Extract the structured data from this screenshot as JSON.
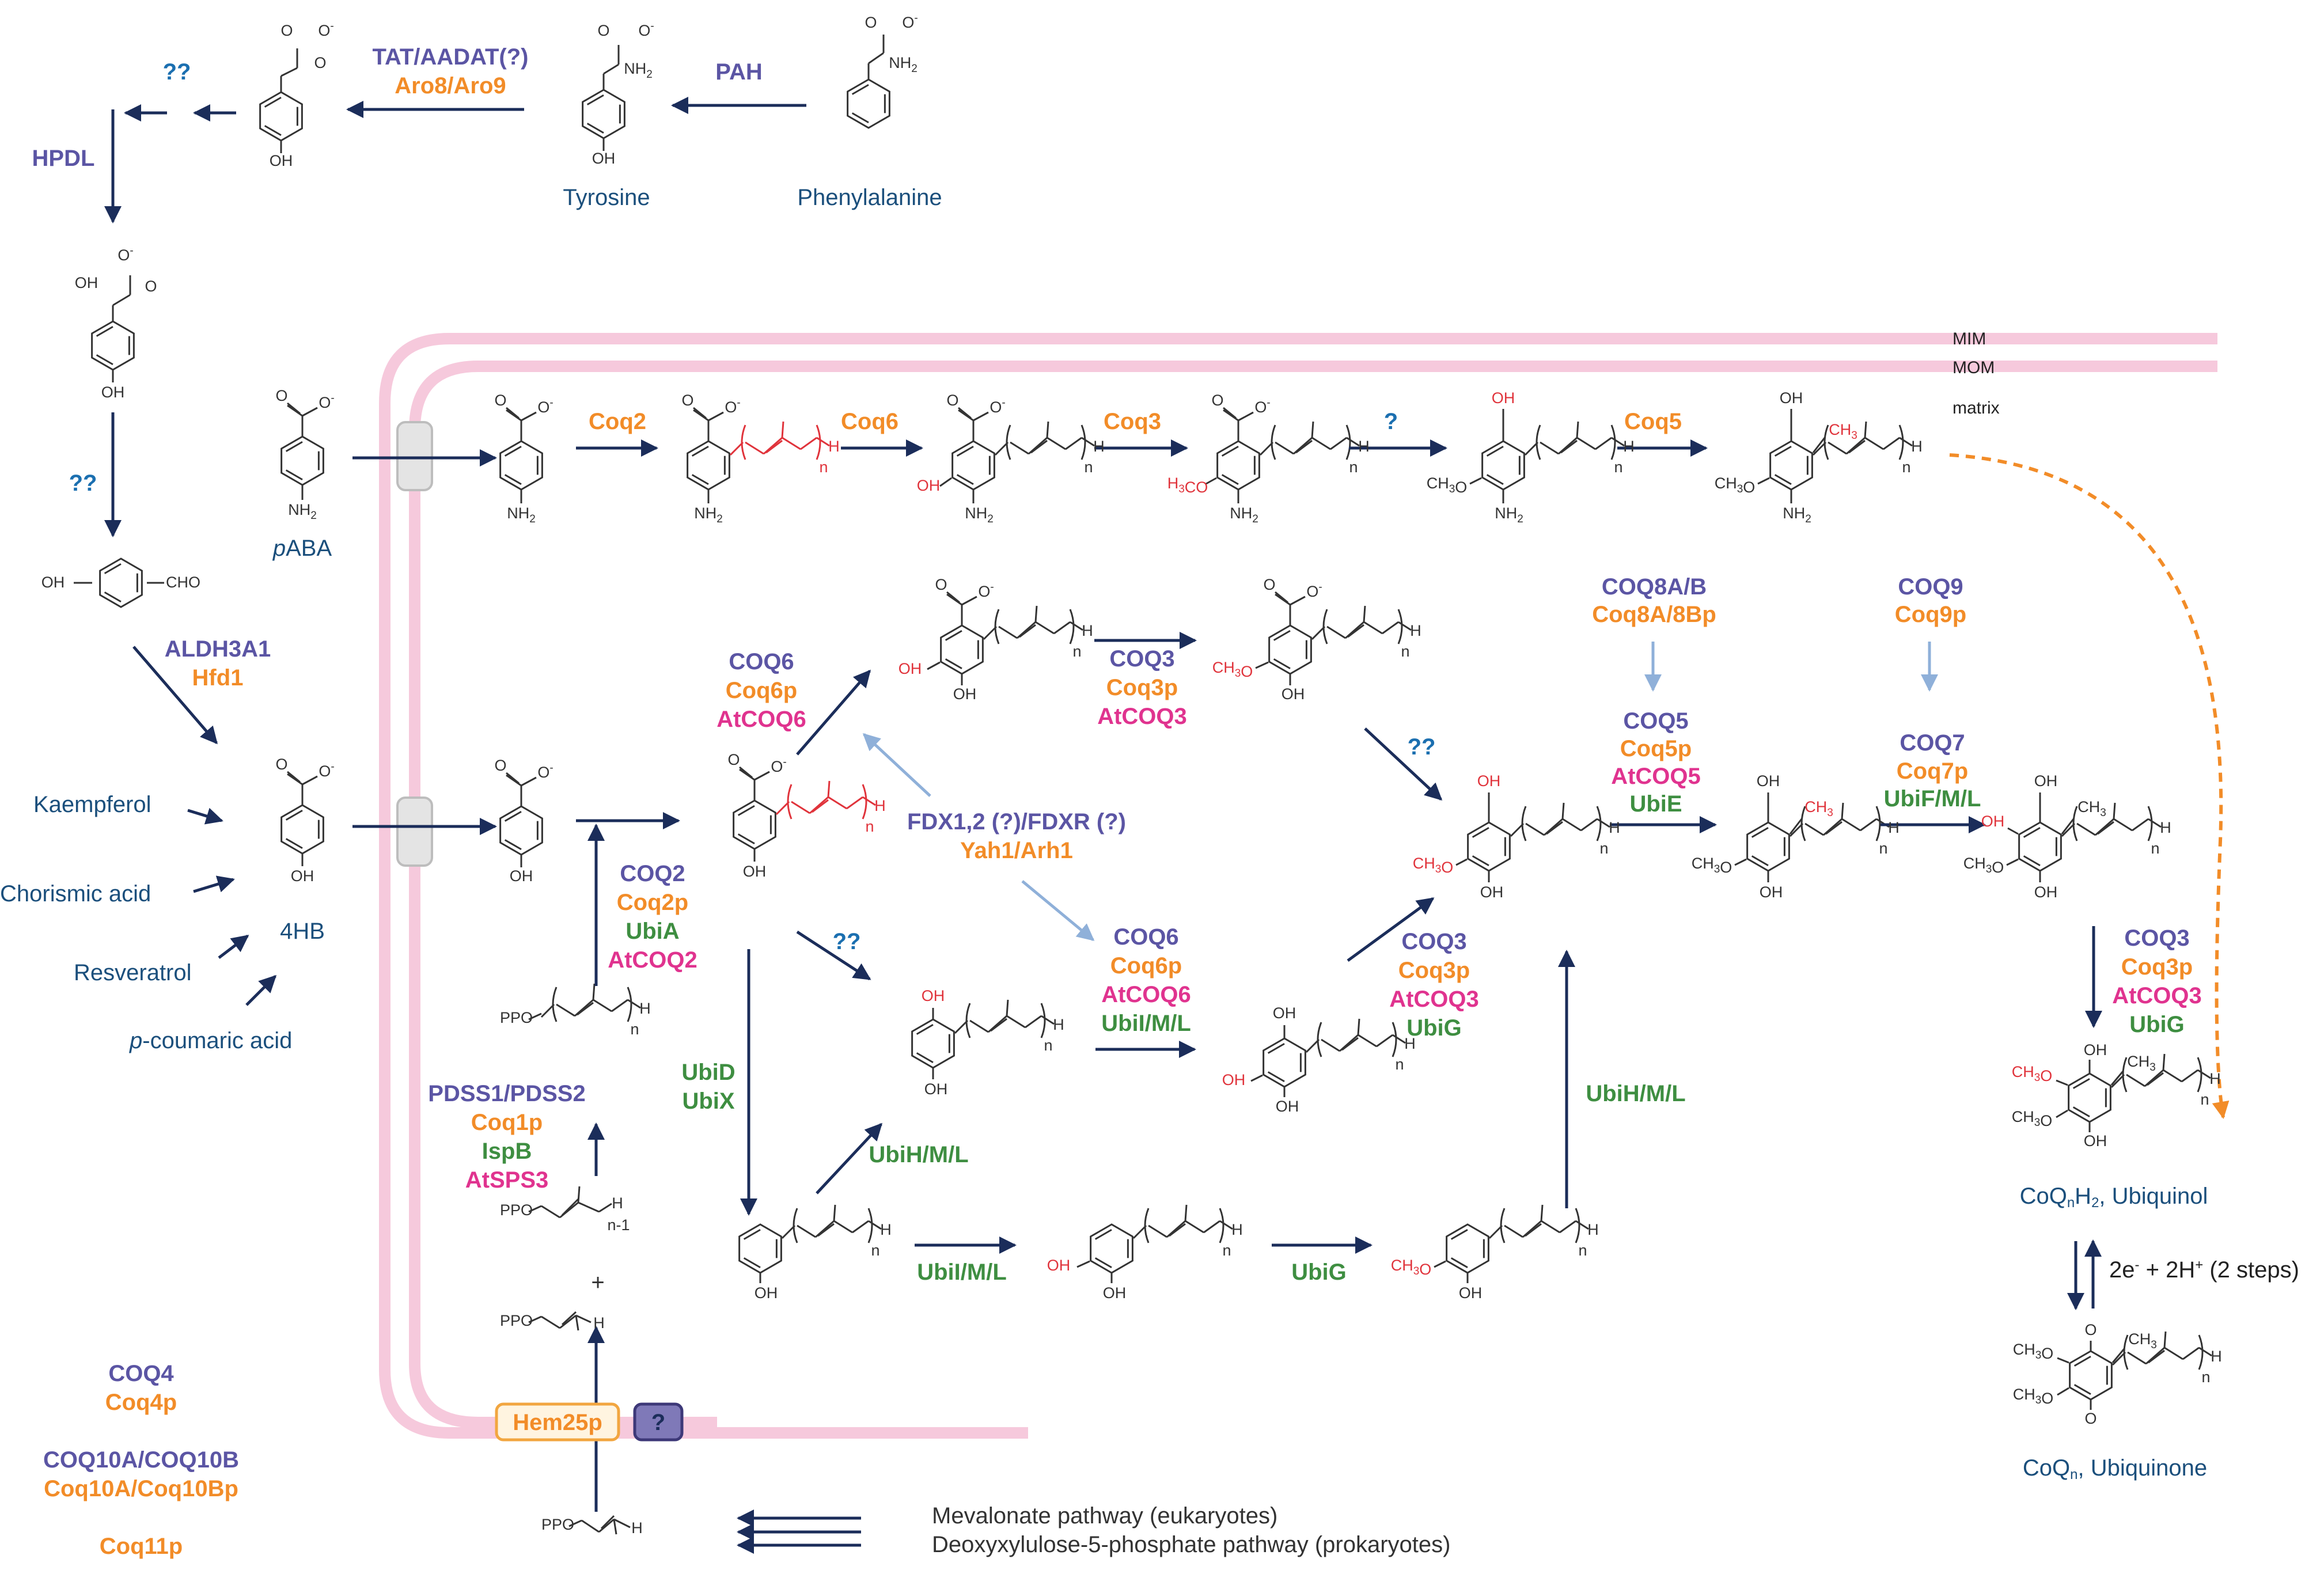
{
  "colors": {
    "human": "#5b55a4",
    "yeast": "#f28c28",
    "plant": "#e0338f",
    "bacteria": "#3e8e41",
    "molecule": "#1b4f7c",
    "arrow": "#1b2d5a",
    "membrane": "#f6c9dc",
    "regulator_arrow": "#8fb0d9",
    "red_group": "#e0333b",
    "structure": "#333333"
  },
  "membrane": {
    "outer": "MIM",
    "inner": "MOM",
    "space": "matrix"
  },
  "molecules": {
    "tyrosine": "Tyrosine",
    "phenylalanine": "Phenylalanine",
    "paba_italic": "p",
    "paba_rest": "ABA",
    "kaempferol": "Kaempferol",
    "chorismic": "Chorismic acid",
    "resveratrol": "Resveratrol",
    "coumaric_italic": "p",
    "coumaric_rest": "-coumaric acid",
    "hb4": "4HB",
    "ubiquinol_a": "CoQ",
    "ubiquinol_sub": "n",
    "ubiquinol_b": "H",
    "ubiquinol_sub2": "2",
    "ubiquinol_c": ", Ubiquinol",
    "ubiquinone_a": "CoQ",
    "ubiquinone_sub": "n",
    "ubiquinone_b": ", Ubiquinone",
    "redox_a": "2e",
    "redox_sup1": "-",
    "redox_b": " + 2H",
    "redox_sup2": "+",
    "redox_c": " (2 steps)",
    "mevalonate": "Mevalonate pathway (eukaryotes)",
    "dxp": "Deoxyxylulose-5-phosphate pathway (prokaryotes)",
    "plus": "+"
  },
  "enzymes": {
    "tat": "TAT/AADAT(?)",
    "aro": "Aro8/Aro9",
    "pah": "PAH",
    "hpdl": "HPDL",
    "q_top": "??",
    "q_mid": "??",
    "aldh": "ALDH3A1",
    "hfd": "Hfd1",
    "coq2_top": "Coq2",
    "coq6_top": "Coq6",
    "coq3_top": "Coq3",
    "q_single": "?",
    "coq5_top": "Coq5",
    "coq8_h": "COQ8A/B",
    "coq8_y": "Coq8A/8Bp",
    "coq9_h": "COQ9",
    "coq9_y": "Coq9p",
    "coq6a_h": "COQ6",
    "coq6a_y": "Coq6p",
    "coq6a_p": "AtCOQ6",
    "coq3a_h": "COQ3",
    "coq3a_y": "Coq3p",
    "coq3a_p": "AtCOQ3",
    "q_mid_right": "??",
    "coq5_h": "COQ5",
    "coq5_y": "Coq5p",
    "coq5_p": "AtCOQ5",
    "coq5_b": "UbiE",
    "coq7_h": "COQ7",
    "coq7_y": "Coq7p",
    "coq7_b": "UbiF/M/L",
    "fdx_h": "FDX1,2 (?)/FDXR (?)",
    "fdx_y": "Yah1/Arh1",
    "coq2_h": "COQ2",
    "coq2_y": "Coq2p",
    "coq2_b": "UbiA",
    "coq2_p": "AtCOQ2",
    "q_lower": "??",
    "coq6b_h": "COQ6",
    "coq6b_y": "Coq6p",
    "coq6b_p": "AtCOQ6",
    "coq6b_b": "UbiI/M/L",
    "coq3b_h": "COQ3",
    "coq3b_y": "Coq3p",
    "coq3b_p": "AtCOQ3",
    "coq3b_b": "UbiG",
    "coq3c_h": "COQ3",
    "coq3c_y": "Coq3p",
    "coq3c_p": "AtCOQ3",
    "coq3c_b": "UbiG",
    "ubid": "UbiD",
    "ubix": "UbiX",
    "ubih_a": "UbiH/M/L",
    "ubii": "UbiI/M/L",
    "ubig": "UbiG",
    "ubih_b": "UbiH/M/L",
    "pdss_h": "PDSS1/PDSS2",
    "pdss_y": "Coq1p",
    "pdss_b": "IspB",
    "pdss_p": "AtSPS3",
    "hem25": "Hem25p",
    "unknown_carrier": "?",
    "coq4_h": "COQ4",
    "coq4_y": "Coq4p",
    "coq10_h": "COQ10A/COQ10B",
    "coq10_y": "Coq10A/Coq10Bp",
    "coq11_y": "Coq11p"
  },
  "atoms": {
    "o_minus": "O",
    "minus": "-",
    "o": "O",
    "oh": "OH",
    "nh2": "NH",
    "nh2_sub": "2",
    "h": "H",
    "n": "n",
    "n_minus_1": "n-1",
    "ch3": "CH",
    "ch3_sub": "3",
    "ch3o": "CH",
    "ch3o_sub": "3",
    "ch3o_o": "O",
    "ch3o_alt": "H",
    "ch3o_alt_sub": "3",
    "ch3o_alt_co": "CO",
    "cho": "CHO",
    "ppo": "PPO"
  }
}
